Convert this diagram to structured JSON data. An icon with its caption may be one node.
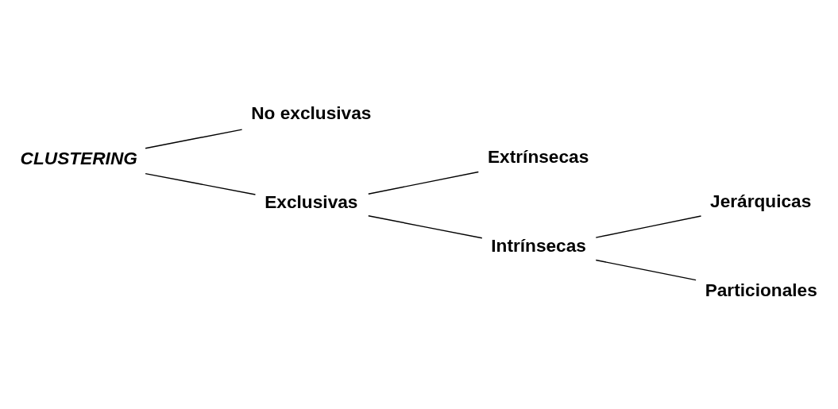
{
  "diagram": {
    "nodes": [
      {
        "text": [
          "CLUSTERING"
        ]
      },
      {
        "text": [
          "No exclusivas"
        ]
      },
      {
        "text": [
          "Exclusivas"
        ]
      },
      {
        "text": [
          "Extrínsecas"
        ]
      },
      {
        "text": [
          "Intrínsecas"
        ]
      },
      {
        "text": [
          "Jerárquicas"
        ]
      },
      {
        "text": [
          "Particionales"
        ]
      }
    ],
    "edges": [
      {
        "from": 0,
        "to": 1,
        "arrow": "none"
      },
      {
        "from": 0,
        "to": 2,
        "arrow": "none"
      },
      {
        "from": 2,
        "to": 3,
        "arrow": "none"
      },
      {
        "from": 2,
        "to": 4,
        "arrow": "none"
      },
      {
        "from": 4,
        "to": 5,
        "arrow": "none"
      },
      {
        "from": 4,
        "to": 6,
        "arrow": "none"
      }
    ]
  }
}
